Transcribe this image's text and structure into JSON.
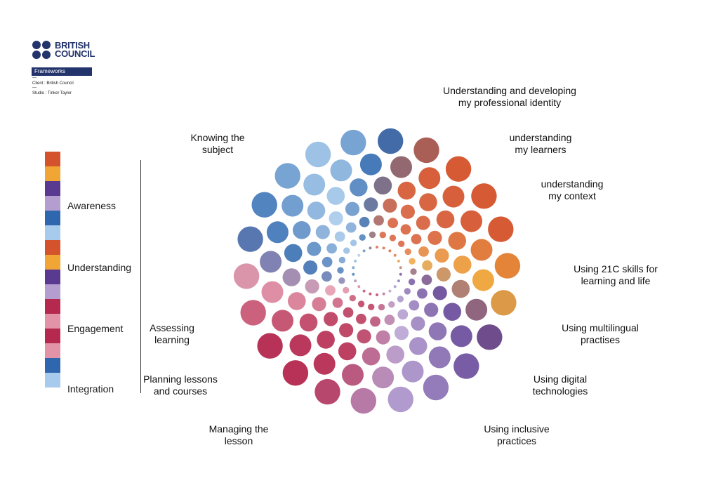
{
  "brand": {
    "logo_line1": "BRITISH",
    "logo_line2": "COUNCIL",
    "tag": "Frameworks",
    "client": "Client : British Council",
    "studio": "Studio : Tinker Taylor",
    "dash": "—"
  },
  "colors": {
    "orange": "#d4532c",
    "amber": "#f0a534",
    "purple_dark": "#5a3a90",
    "purple_light": "#b49ed0",
    "blue_dark": "#2e67ae",
    "blue_light": "#a7cbec",
    "crimson": "#b5294f",
    "pink": "#e293a8"
  },
  "legend": {
    "swatches": [
      "orange",
      "amber",
      "purple_dark",
      "purple_light",
      "blue_dark",
      "blue_light",
      "orange",
      "amber",
      "purple_dark",
      "purple_light",
      "crimson",
      "pink",
      "crimson",
      "pink",
      "blue_dark",
      "blue_light"
    ],
    "labels": [
      "Awareness",
      "Understanding",
      "Engagement",
      "Integration"
    ]
  },
  "categories": [
    {
      "label": "Understanding and developing\nmy professional identity",
      "icon": "orange-dot-spoke"
    },
    {
      "label": "understanding\nmy learners",
      "icon": "orange-dot-spoke"
    },
    {
      "label": "understanding\nmy context",
      "icon": "amber-dot-spoke"
    },
    {
      "label": "Using 21C skills for\nlearning and life",
      "icon": "purple-dot-spoke"
    },
    {
      "label": "Using multilingual\npractises",
      "icon": "purple-dot-spoke"
    },
    {
      "label": "Using digital\ntechnologies",
      "icon": "purple-dot-spoke"
    },
    {
      "label": "Using inclusive\npractices",
      "icon": "lavender-dot-spoke"
    },
    {
      "label": "Managing the\nlesson",
      "icon": "crimson-dot-spoke"
    },
    {
      "label": "Planning lessons\nand courses",
      "icon": "crimson-dot-spoke"
    },
    {
      "label": "Assessing\nlearning",
      "icon": "pink-dot-spoke"
    },
    {
      "label": "Knowing the\nsubject",
      "icon": "blue-dot-spoke"
    }
  ]
}
